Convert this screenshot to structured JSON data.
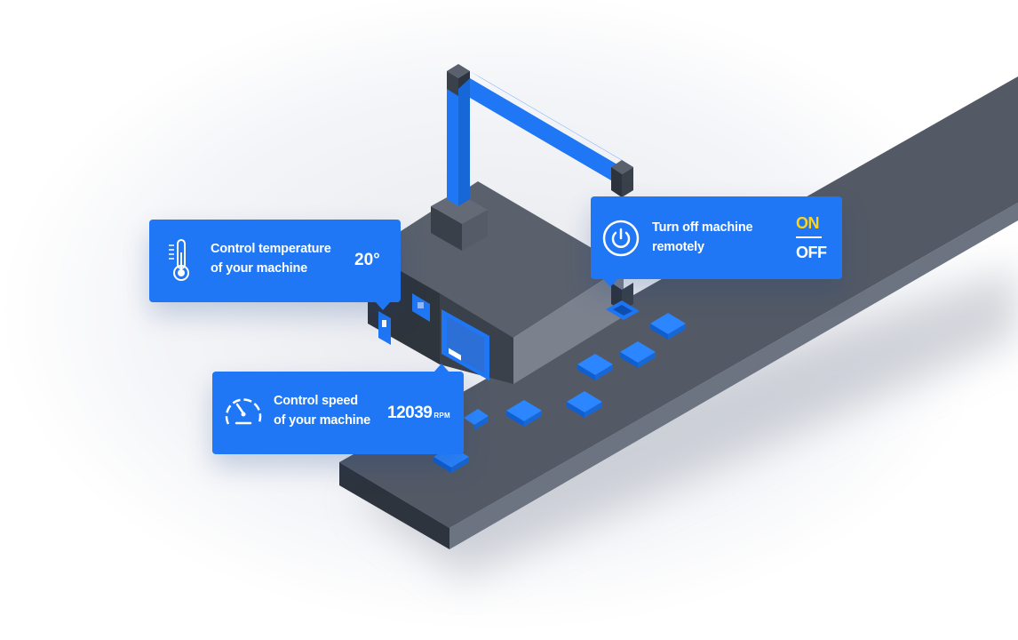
{
  "colors": {
    "accent": "#1f77f5",
    "toggle_active": "#ffd31a",
    "machine_dark": "#3e4550",
    "machine_mid": "#585f6b",
    "conveyor_top": "#535a66"
  },
  "cards": {
    "temperature": {
      "icon": "thermometer-icon",
      "label_line1": "Control temperature",
      "label_line2": "of your machine",
      "value": "20°"
    },
    "power": {
      "icon": "power-icon",
      "label_line1": "Turn off machine",
      "label_line2": "remotely",
      "toggle_on": "ON",
      "toggle_off": "OFF"
    },
    "speed": {
      "icon": "speedometer-icon",
      "label_line1": "Control speed",
      "label_line2": "of your machine",
      "value": "12039",
      "unit": "RPM"
    }
  }
}
